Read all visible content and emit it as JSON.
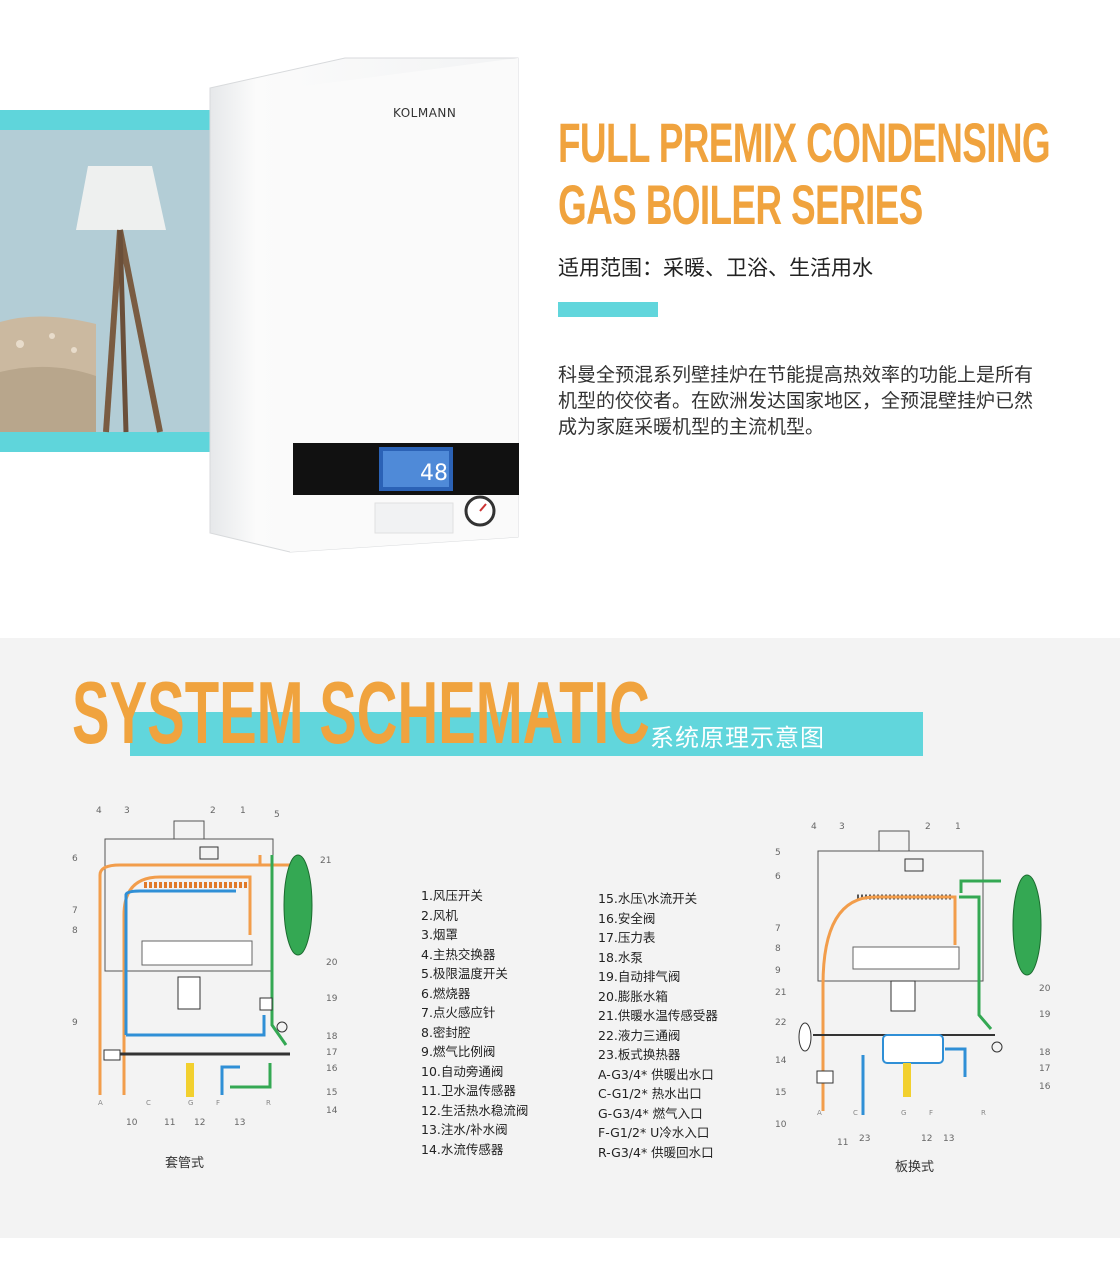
{
  "hero": {
    "brand": "KOLMANN",
    "display_value": "48",
    "title_line1": "FULL PREMIX CONDENSING",
    "title_line2": "GAS BOILER SERIES",
    "subtitle": "适用范围：采暖、卫浴、生活用水",
    "description": "科曼全预混系列壁挂炉在节能提高热效率的功能上是所有机型的佼佼者。在欧洲发达国家地区，全预混壁挂炉已然成为家庭采暖机型的主流机型。"
  },
  "schematic": {
    "title": "SYSTEM SCHEMATIC",
    "subtitle": "系统原理示意图",
    "left_caption": "套管式",
    "right_caption": "板换式",
    "left_numbers_top": [
      "4",
      "3",
      "2",
      "1",
      "5"
    ],
    "left_numbers_side": [
      "6",
      "7",
      "8",
      "9",
      "21",
      "20",
      "19",
      "18",
      "17",
      "16",
      "15",
      "14"
    ],
    "left_numbers_bottom": [
      "10",
      "11",
      "12",
      "13"
    ],
    "left_ports": [
      "A",
      "C",
      "G",
      "F",
      "R"
    ],
    "right_numbers_top": [
      "4",
      "3",
      "2",
      "1"
    ],
    "right_numbers_side": [
      "5",
      "6",
      "7",
      "8",
      "9",
      "21",
      "22",
      "14",
      "15",
      "10",
      "20",
      "19",
      "18",
      "17",
      "16"
    ],
    "right_numbers_bottom": [
      "11",
      "23",
      "12",
      "13"
    ],
    "right_ports": [
      "A",
      "C",
      "G",
      "F",
      "R"
    ],
    "legend_col1": [
      "1.风压开关",
      "2.风机",
      "3.烟罩",
      "4.主热交换器",
      "5.极限温度开关",
      "6.燃烧器",
      "7.点火感应针",
      "8.密封腔",
      "9.燃气比例阀",
      "10.自动旁通阀",
      "11.卫水温传感器",
      "12.生活热水稳流阀",
      "13.注水/补水阀",
      "14.水流传感器"
    ],
    "legend_col2": [
      "15.水压\\水流开关",
      "16.安全阀",
      "17.压力表",
      "18.水泵",
      "19.自动排气阀",
      "20.膨胀水箱",
      "21.供暖水温传感受器",
      "22.液力三通阀",
      "23.板式换热器",
      "A-G3/4* 供暖出水口",
      "C-G1/2* 热水出口",
      "G-G3/4* 燃气入口",
      "F-G1/2* U冷水入口",
      "R-G3/4* 供暖回水口"
    ]
  },
  "colors": {
    "orange": "#f0a33e",
    "cyan": "#61d6dc",
    "pipe_orange": "#f29d4b",
    "pipe_blue": "#2f8fd6",
    "pipe_green": "#34a853",
    "gas_yellow": "#f2d02e"
  }
}
